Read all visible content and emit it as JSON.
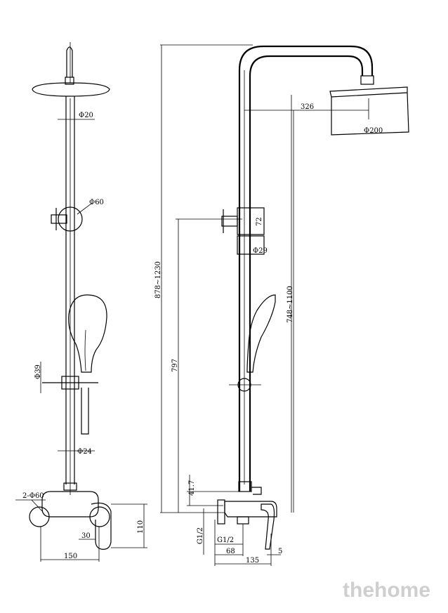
{
  "dimensions": {
    "front_head_dia": "Φ20",
    "front_valve_dia": "Φ60",
    "front_holder_dia": "Φ39",
    "front_bar_dia": "Φ24",
    "front_wall_mounts": "2-Φ60",
    "front_width": "150",
    "front_height_110": "110",
    "front_30": "30",
    "side_total_height": "878~1230",
    "side_797": "797",
    "side_748_1100": "748~1100",
    "side_reach": "326",
    "side_head_dia": "Φ200",
    "side_72": "72",
    "side_bar_dia": "Φ29",
    "side_41_7": "41.7",
    "side_g12_left": "G1/2",
    "side_g12_bottom": "G1/2",
    "side_68": "68",
    "side_5": "5",
    "side_135": "135"
  },
  "watermark": "thehome"
}
